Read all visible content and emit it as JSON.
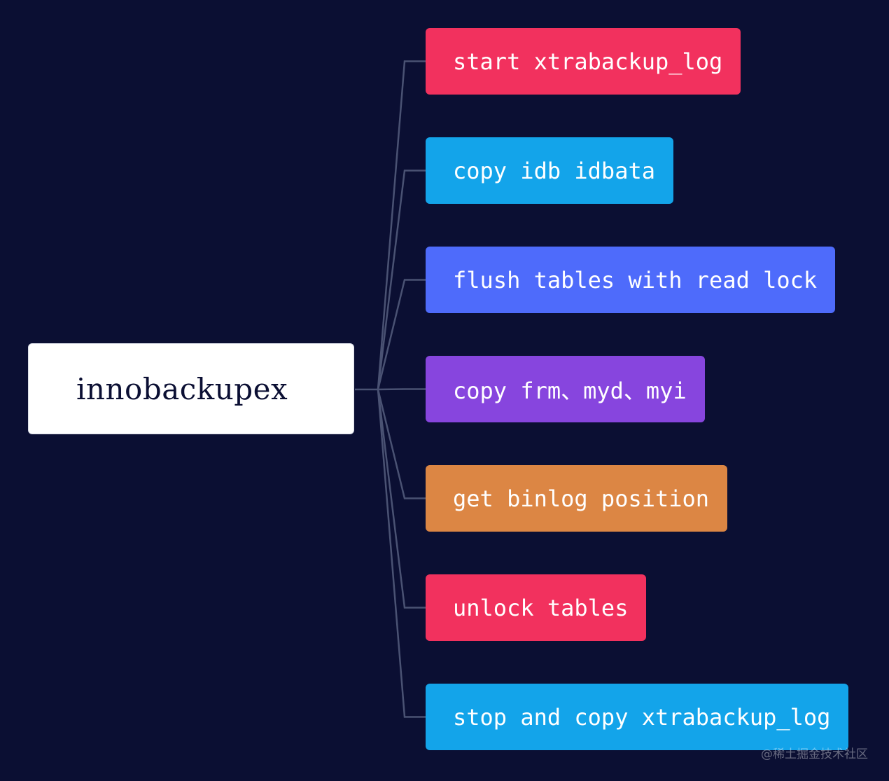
{
  "diagram": {
    "root": {
      "label": "innobackupex"
    },
    "steps": [
      {
        "label": "start xtrabackup_log",
        "color": "#f2315e"
      },
      {
        "label": "copy idb idbata",
        "color": "#13a4ea"
      },
      {
        "label": "flush tables with read lock",
        "color": "#4e6bfb"
      },
      {
        "label": "copy frm、myd、myi",
        "color": "#8745de"
      },
      {
        "label": "get binlog position",
        "color": "#dc8644"
      },
      {
        "label": "unlock tables",
        "color": "#f2315e"
      },
      {
        "label": "stop and copy xtrabackup_log",
        "color": "#13a4ea"
      }
    ],
    "connector_color": "#4a5273",
    "background_color": "#0b0f33"
  },
  "watermark": {
    "text": "@稀土掘金技术社区"
  }
}
